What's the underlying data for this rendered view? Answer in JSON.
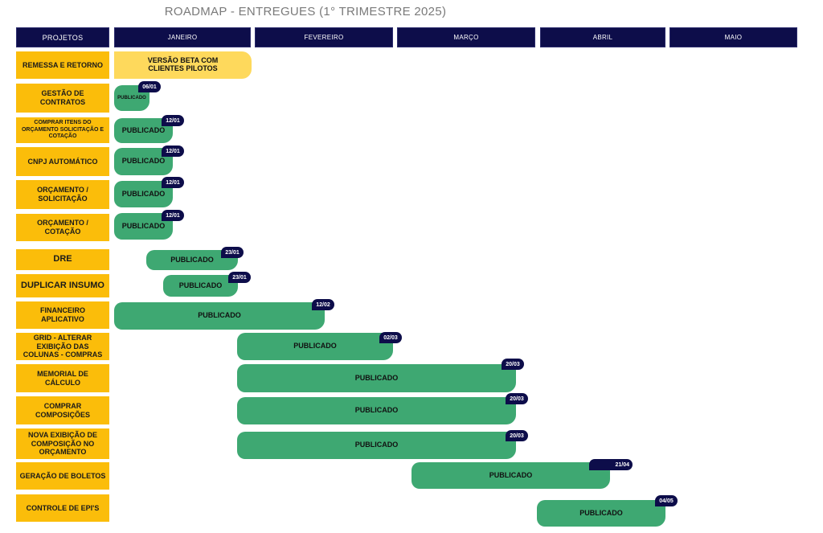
{
  "title": "ROADMAP  - ENTREGUES (1° TRIMESTRE 2025)",
  "header": {
    "projects": "PROJETOS",
    "months": [
      "JANEIRO",
      "FEVEREIRO",
      "MARÇO",
      "ABRIL",
      "MAIO"
    ]
  },
  "rows": [
    {
      "project": "REMESSA E RETORNO",
      "status": "VERSÃO BETA COM CLIENTES PILOTOS",
      "date": ""
    },
    {
      "project": "GESTÃO DE CONTRATOS",
      "status": "PUBLICADO",
      "date": "06/01"
    },
    {
      "project": "COMPRAR ITENS DO ORÇAMENTO SOLICITAÇÃO E COTAÇÃO",
      "status": "PUBLICADO",
      "date": "12/01"
    },
    {
      "project": "CNPJ AUTOMÁTICO",
      "status": "PUBLICADO",
      "date": "12/01"
    },
    {
      "project": "ORÇAMENTO / SOLICITAÇÃO",
      "status": "PUBLICADO",
      "date": "12/01"
    },
    {
      "project": "ORÇAMENTO / COTAÇÃO",
      "status": "PUBLICADO",
      "date": "12/01"
    },
    {
      "project": "DRE",
      "status": "PUBLICADO",
      "date": "23/01"
    },
    {
      "project": "DUPLICAR INSUMO",
      "status": "PUBLICADO",
      "date": "23/01"
    },
    {
      "project": "FINANCEIRO APLICATIVO",
      "status": "PUBLICADO",
      "date": "12/02"
    },
    {
      "project": "GRID - ALTERAR EXIBIÇÃO DAS COLUNAS - COMPRAS",
      "status": "PUBLICADO",
      "date": "02/03"
    },
    {
      "project": "MEMORIAL DE CÁLCULO",
      "status": "PUBLICADO",
      "date": "20/03"
    },
    {
      "project": "COMPRAR COMPOSIÇÕES",
      "status": "PUBLICADO",
      "date": "20/03"
    },
    {
      "project": "NOVA EXIBIÇÃO DE COMPOSIÇÃO NO ORÇAMENTO",
      "status": "PUBLICADO",
      "date": "20/03"
    },
    {
      "project": "GERAÇÃO DE BOLETOS",
      "status": "PUBLICADO",
      "date": "21/04"
    },
    {
      "project": "CONTROLE DE EPI'S",
      "status": "PUBLICADO",
      "date": "04/05"
    }
  ],
  "colors": {
    "header_bg": "#0d0d4a",
    "project_bg": "#fbbd0a",
    "published_bar": "#3ea872",
    "beta_bar": "#fed95c",
    "date_badge": "#0d0d4a"
  }
}
